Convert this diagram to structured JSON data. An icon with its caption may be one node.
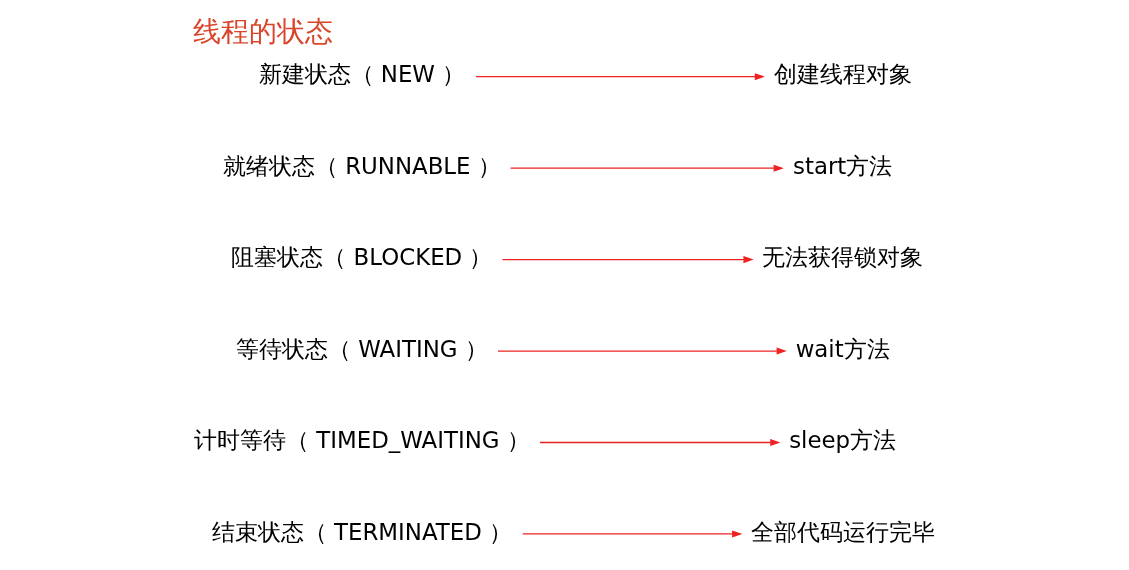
{
  "diagram": {
    "title": "线程的状态",
    "nodes": [
      {
        "text": [
          "新建状态（ NEW ）"
        ]
      },
      {
        "text": [
          "创建线程对象"
        ]
      },
      {
        "text": [
          "就绪状态（ RUNNABLE ）"
        ]
      },
      {
        "text": [
          "start方法"
        ]
      },
      {
        "text": [
          "阻塞状态（ BLOCKED ）"
        ]
      },
      {
        "text": [
          "无法获得锁对象"
        ]
      },
      {
        "text": [
          "等待状态（ WAITING ）"
        ]
      },
      {
        "text": [
          "wait方法"
        ]
      },
      {
        "text": [
          "计时等待（ TIMED_WAITING ）"
        ]
      },
      {
        "text": [
          "sleep方法"
        ]
      },
      {
        "text": [
          "结束状态（ TERMINATED ）"
        ]
      },
      {
        "text": [
          "全部代码运行完毕"
        ]
      }
    ],
    "edges": [
      {
        "from": 0,
        "to": 1,
        "arrow": "to"
      },
      {
        "from": 2,
        "to": 3,
        "arrow": "to"
      },
      {
        "from": 4,
        "to": 5,
        "arrow": "to"
      },
      {
        "from": 6,
        "to": 7,
        "arrow": "to"
      },
      {
        "from": 8,
        "to": 9,
        "arrow": "to"
      },
      {
        "from": 10,
        "to": 11,
        "arrow": "to"
      }
    ]
  }
}
